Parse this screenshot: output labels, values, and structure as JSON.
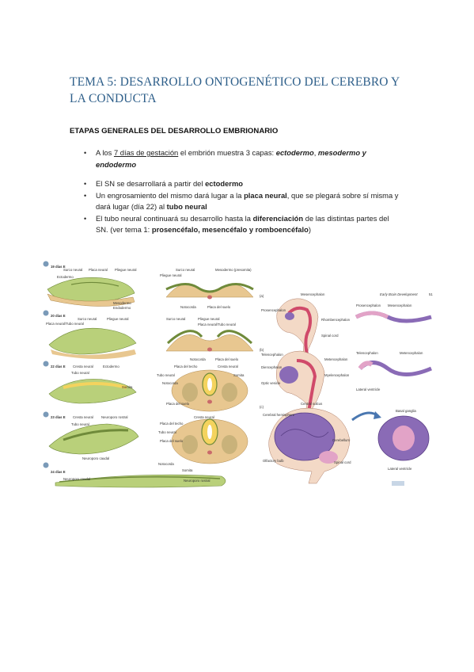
{
  "title": "TEMA 5: DESARROLLO ONTOGENÉTICO DEL CEREBRO Y LA CONDUCTA",
  "section_heading": "ETAPAS GENERALES DEL DESARROLLO EMBRIONARIO",
  "bullets": {
    "b1": {
      "t1": "A los ",
      "t2": "7 días de gestación",
      "t3": " el embrión muestra 3 capas: ",
      "t4": "ectodermo",
      "t5": ", ",
      "t6": "mesodermo y endodermo"
    },
    "b2": {
      "t1": "El SN se desarrollará a partir del ",
      "t2": "ectodermo"
    },
    "b3": {
      "t1": "Un engrosamiento del mismo dará lugar a la ",
      "t2": "placa neural",
      "t3": ", que se plegará sobre sí misma y dará lugar (día 22) al ",
      "t4": "tubo neural"
    },
    "b4": {
      "t1": "El tubo neural continuará su desarrollo hasta la ",
      "t2": "diferenciación",
      "t3": " de las distintas partes del SN. (ver tema 1: ",
      "t4": "prosencéfalo, mesencéfalo y romboencéfalo",
      "t5": ")"
    }
  },
  "figure_left": {
    "stages": [
      "19 días E",
      "20 días E",
      "22 días E",
      "23 días E",
      "24 días E"
    ],
    "labels": {
      "surco_neural": "Surco neural",
      "placa_neural": "Placa neural",
      "pliegue_neural": "Pliegue neural",
      "ectodermo": "Ectodermo",
      "mesodermo": "Mesodermo",
      "endodermo": "Endodermo",
      "mesodermo_presomita": "Mesodermo (presomita)",
      "notocorda": "Notocorda",
      "placa_del_suelo": "Placa del suelo",
      "placa_tubo": "Placa neural/Tubo neural",
      "placa_del_techo": "Placa del techo",
      "tubo_neural": "Tubo neural",
      "cresta_neural": "Cresta neural",
      "somita": "Somita",
      "neuroporo_rostral": "Neuroporo rostral",
      "neuroporo_caudal": "Neuroporo caudal"
    }
  },
  "figure_right": {
    "header": "Early Brain Development",
    "page": "51",
    "panels": [
      "(a)",
      "(b)",
      "(c)"
    ],
    "labels": {
      "prosencephalon": "Prosencephalon",
      "mesencephalon": "Mesencephalon",
      "rhombencephalon": "Rhombencephalon",
      "spinal_cord": "Spinal cord",
      "telencephalon": "Telencephalon",
      "diencephalon": "Diencephalon",
      "metencephalon": "Metencephalon",
      "myelencephalon": "Myelencephalon",
      "cerebral_hemisphere": "Cerebral hemisphere",
      "central_sulcus": "Central sulcus",
      "cerebellum": "Cerebellum",
      "olfactory_bulb": "Olfactory bulb",
      "optic_vesicle": "Optic vesicle",
      "lateral_ventricle": "Lateral ventricle",
      "basal_ganglia": "Basal ganglia"
    }
  },
  "colors": {
    "title": "#2e5f8a",
    "ectoderm": "#b9d07a",
    "mesoderm": "#e8c790",
    "tube": "#f4d35e",
    "brain_purple": "#8a6bb6",
    "brain_pink": "#e2a3c7",
    "skin": "#f3d9c6"
  }
}
